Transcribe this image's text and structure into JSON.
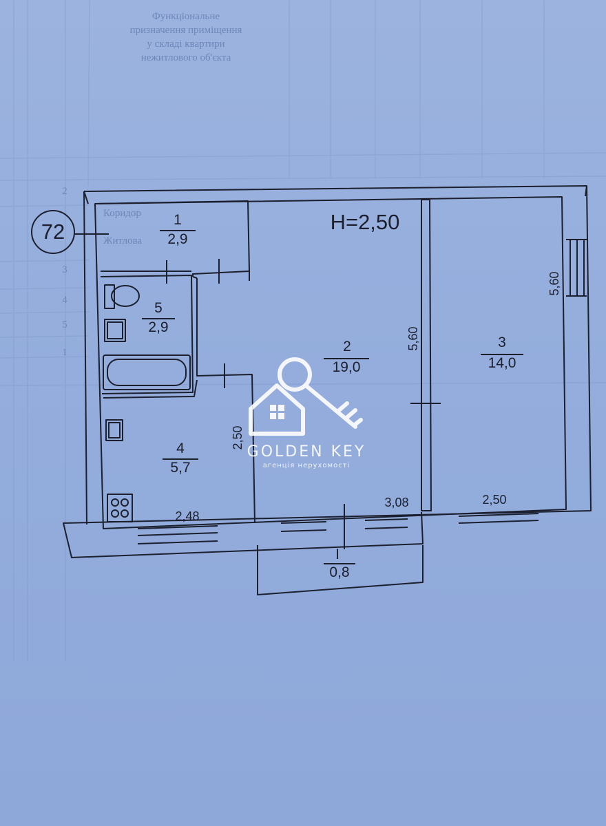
{
  "background_form": {
    "header_lines": [
      "Функціональне",
      "призначення приміщення",
      "у складі квартири",
      "нежитлового об'єкта"
    ],
    "row_numbers": [
      "2",
      "3",
      "4",
      "5",
      "1"
    ],
    "faint_label_1": "Коридор",
    "faint_label_2": "Житлова"
  },
  "apartment": {
    "number": "72",
    "ceiling_height": "H=2,50"
  },
  "rooms": [
    {
      "id": "1",
      "area": "2,9"
    },
    {
      "id": "2",
      "area": "19,0"
    },
    {
      "id": "3",
      "area": "14,0"
    },
    {
      "id": "4",
      "area": "5,7"
    },
    {
      "id": "5",
      "area": "2,9"
    }
  ],
  "balcony": {
    "id": "I",
    "area": "0,8"
  },
  "dimensions": {
    "room2_height": "5,60",
    "room3_height": "5,60",
    "room4_height": "2,50",
    "room4_width": "2,48",
    "room2_width": "3,08",
    "room3_width": "2,50"
  },
  "watermark": {
    "brand": "GOLDEN KEY",
    "tagline": "агенція нерухомості"
  },
  "colors": {
    "paper": "#94addc",
    "ink": "#1b1f2e",
    "watermark": "#ffffff"
  }
}
